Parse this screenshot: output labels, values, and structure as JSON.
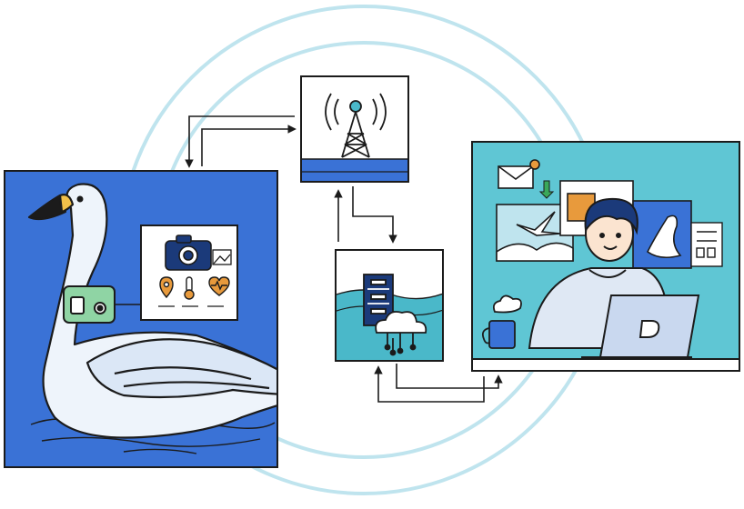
{
  "colors": {
    "ring": "#bfe4ee",
    "swan_panel": "#3a72d6",
    "tower_sky": "#ffffff",
    "water_band": "#3a72d6",
    "server_bg": "#ffffff",
    "server_water": "#4ab8c9",
    "desk_bg": "#5fc6d4",
    "outline": "#1b1b1b",
    "camera": "#1b3a7a",
    "sensor_tag": "#8fd4a4",
    "accent_orange": "#e89a3c"
  },
  "icons": [
    "camera-icon",
    "location-pin-icon",
    "thermometer-icon",
    "heart-rate-icon",
    "radio-tower-icon",
    "server-rack-icon",
    "cloud-icon",
    "email-icon",
    "download-arrow-icon",
    "laptop-logo-icon"
  ],
  "flow": [
    "swan-tracker",
    "radio-tower",
    "cloud-server",
    "researcher-laptop"
  ]
}
